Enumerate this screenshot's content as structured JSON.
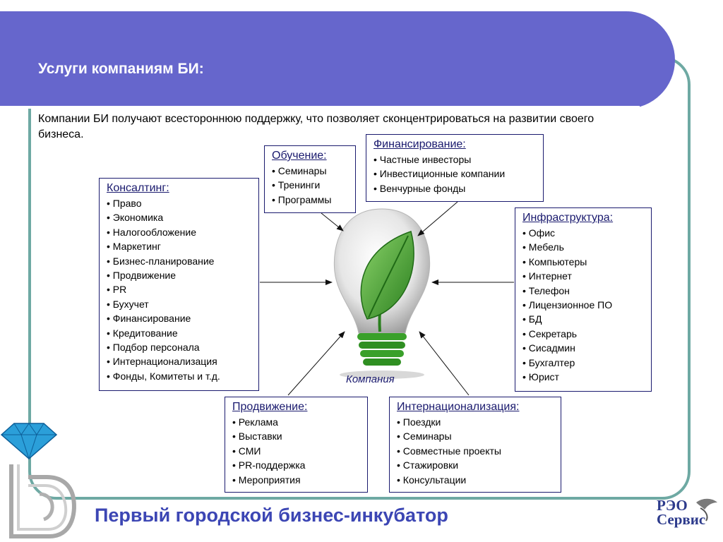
{
  "slide": {
    "title": "Услуги компаниям БИ:",
    "intro": "Компании БИ получают всестороннюю поддержку, что позволяет сконцентрироваться на развитии своего бизнеса.",
    "center_label": "Компания",
    "footer": "Первый городской бизнес-инкубатор"
  },
  "boxes": {
    "consulting": {
      "title": "Консалтинг:",
      "items": [
        "Право",
        "Экономика",
        "Налогообложение",
        "Маркетинг",
        "Бизнес-планирование",
        "Продвижение",
        "PR",
        "Бухучет",
        "Финансирование",
        "Кредитование",
        "Подбор персонала",
        "Интернационализация",
        "Фонды, Комитеты и т.д."
      ]
    },
    "training": {
      "title": "Обучение:",
      "items": [
        "Семинары",
        "Тренинги",
        "Программы"
      ]
    },
    "finance": {
      "title": "Финансирование:",
      "items": [
        "Частные инвесторы",
        "Инвестиционные компании",
        "Венчурные фонды"
      ]
    },
    "infrastructure": {
      "title": "Инфраструктура:",
      "items": [
        "Офис",
        "Мебель",
        "Компьютеры",
        "Интернет",
        "Телефон",
        "Лицензионное ПО",
        "БД",
        "Секретарь",
        "Сисадмин",
        "Бухгалтер",
        "Юрист"
      ]
    },
    "promotion": {
      "title": "Продвижение:",
      "items": [
        "Реклама",
        "Выставки",
        "СМИ",
        "PR-поддержка",
        "Мероприятия"
      ]
    },
    "internationalization": {
      "title": "Интернационализация:",
      "items": [
        "Поездки",
        "Семинары",
        "Совместные проекты",
        "Стажировки",
        "Консультации"
      ]
    }
  },
  "logos": {
    "left_icon": "diamond-b-logo-icon",
    "right_text_line1": "РЭО",
    "right_text_line2": "Сервис"
  },
  "colors": {
    "header": "#6666cc",
    "frame": "#6ea9a3",
    "footer_text": "#3c46b4",
    "box_border": "#1a1a6e",
    "leaf": "#3a9a2a"
  }
}
